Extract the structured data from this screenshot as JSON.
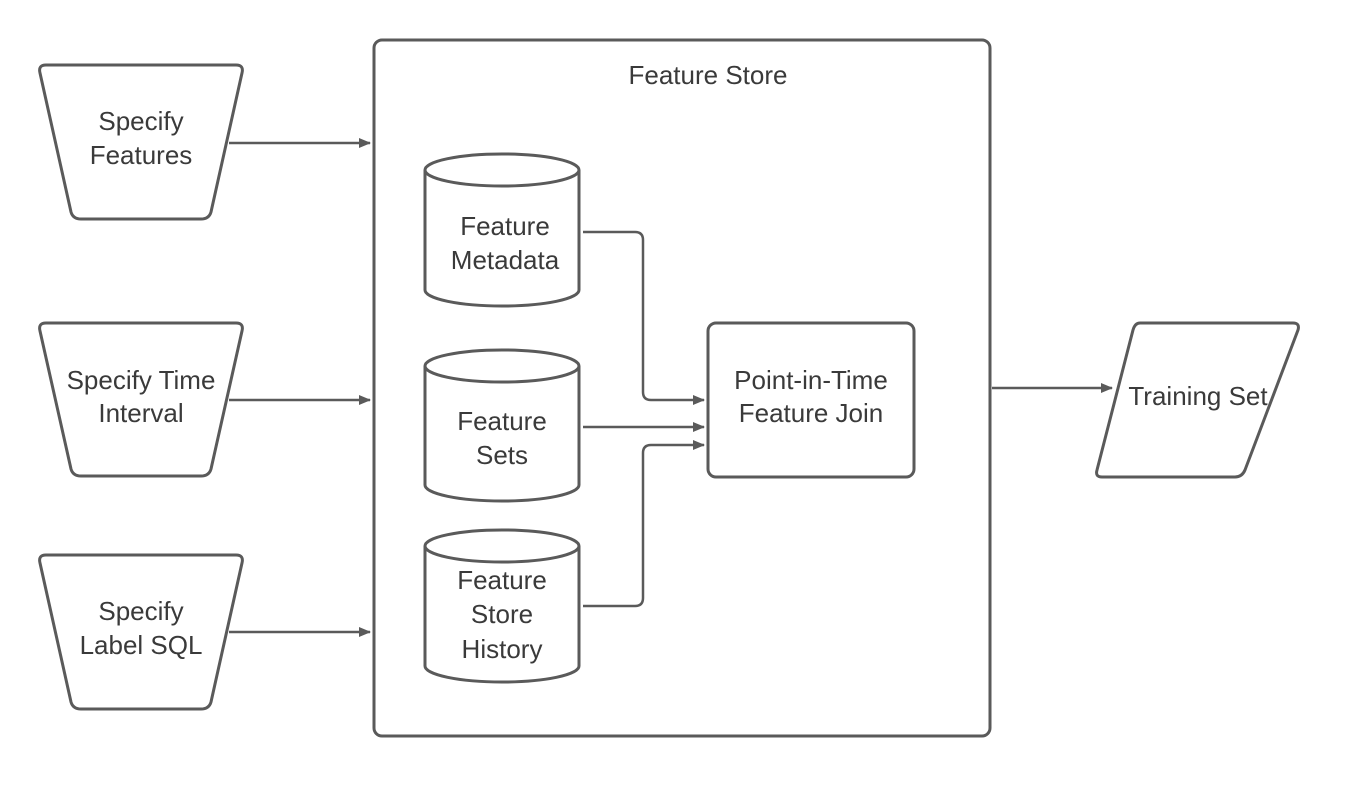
{
  "diagram": {
    "container": {
      "title": "Feature Store"
    },
    "inputs": [
      {
        "id": "specify-features",
        "lines": [
          "Specify",
          "Features"
        ]
      },
      {
        "id": "specify-time-interval",
        "lines": [
          "Specify Time",
          "Interval"
        ]
      },
      {
        "id": "specify-label-sql",
        "lines": [
          "Specify",
          "Label SQL"
        ]
      }
    ],
    "stores": [
      {
        "id": "feature-metadata",
        "lines": [
          "Feature",
          "Metadata"
        ]
      },
      {
        "id": "feature-sets",
        "lines": [
          "Feature",
          "Sets"
        ]
      },
      {
        "id": "feature-store-history",
        "lines": [
          "Feature",
          "Store",
          "History"
        ]
      }
    ],
    "process": {
      "id": "point-in-time-feature-join",
      "lines": [
        "Point-in-Time",
        "Feature Join"
      ]
    },
    "output": {
      "id": "training-set",
      "lines": [
        "Training Set"
      ]
    },
    "edges": [
      {
        "from": "specify-features",
        "to": "feature-store"
      },
      {
        "from": "specify-time-interval",
        "to": "feature-store"
      },
      {
        "from": "specify-label-sql",
        "to": "feature-store"
      },
      {
        "from": "feature-metadata",
        "to": "point-in-time-feature-join"
      },
      {
        "from": "feature-sets",
        "to": "point-in-time-feature-join"
      },
      {
        "from": "feature-store-history",
        "to": "point-in-time-feature-join"
      },
      {
        "from": "feature-store",
        "to": "training-set"
      }
    ]
  }
}
